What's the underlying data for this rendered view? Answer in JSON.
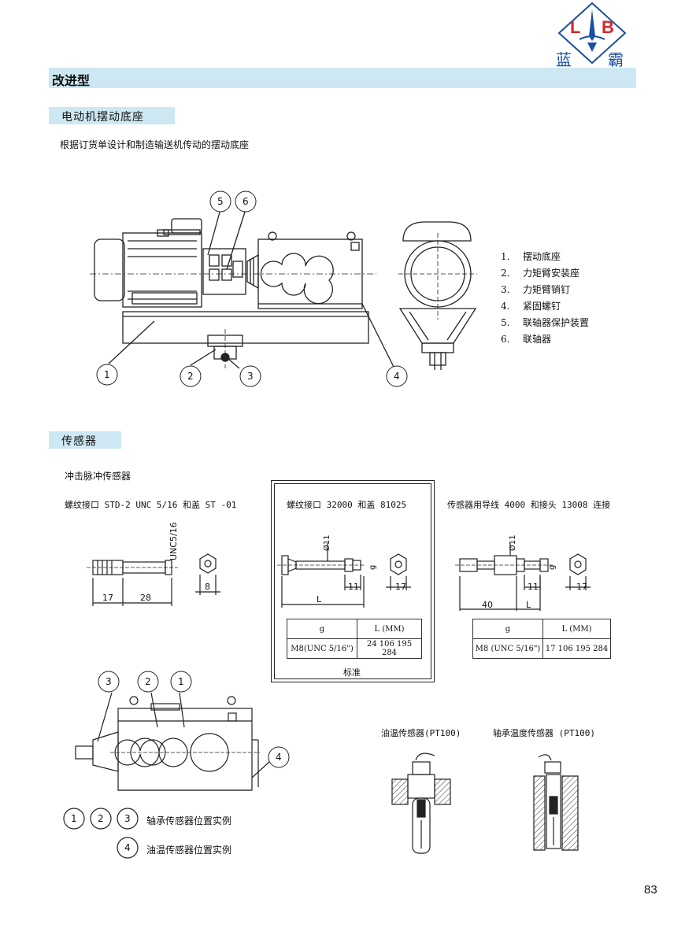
{
  "logo": {
    "letters_left": "L",
    "letters_right": "B",
    "name_left": "蓝",
    "name_right": "霸",
    "colors": {
      "red": "#d9262c",
      "blue": "#1b4fa0"
    }
  },
  "header": {
    "title": "改进型"
  },
  "section1": {
    "title": "电动机摆动底座",
    "description": "根据订货单设计和制造输送机传动的摆动底座",
    "callouts": [
      "1",
      "2",
      "3",
      "4",
      "5",
      "6"
    ],
    "legend": [
      {
        "num": "1.",
        "text": "摆动底座"
      },
      {
        "num": "2.",
        "text": "力矩臂安装座"
      },
      {
        "num": "3.",
        "text": "力矩臂销钉"
      },
      {
        "num": "4.",
        "text": "紧固螺钉"
      },
      {
        "num": "5.",
        "text": "联轴器保护装置"
      },
      {
        "num": "6.",
        "text": "联轴器"
      }
    ]
  },
  "section2": {
    "title": "传感器",
    "subtitle": "冲击脉冲传感器",
    "sensor_a": {
      "caption": "螺纹接口 STD-2 UNC 5/16 和盖 ST -01",
      "thread_label": "UNC5/16",
      "dims": [
        "17",
        "28",
        "8"
      ]
    },
    "sensor_b": {
      "caption": "螺纹接口 32000 和盖 81025",
      "diameter": "Ø11",
      "g_label": "g",
      "dims": [
        "11",
        "17"
      ],
      "length_label": "L",
      "table": {
        "headers": [
          "g",
          "L (MM)"
        ],
        "row": [
          "M8(UNC 5/16\")",
          "24 106 195 284"
        ]
      },
      "footer": "标准"
    },
    "sensor_c": {
      "caption": "传感器用导线 4000 和接头 13008 连接",
      "diameter": "Ø11",
      "g_label": "g",
      "dims": [
        "11",
        "17",
        "40"
      ],
      "length_label": "L",
      "table": {
        "headers": [
          "g",
          "L (MM)"
        ],
        "row": [
          "M8 (UNC 5/16\")",
          "17 106 195 284"
        ]
      }
    },
    "gearbox_callouts": [
      "3",
      "2",
      "1",
      "4"
    ],
    "position_legend": [
      {
        "nums": [
          "1",
          "2",
          "3"
        ],
        "text": "轴承传感器位置实例"
      },
      {
        "nums": [
          "4"
        ],
        "text": "油温传感器位置实例"
      }
    ],
    "oil_temp_sensor": "油温传感器(PT100)",
    "bearing_temp_sensor": "轴承温度传感器 (PT100)"
  },
  "page_number": "83"
}
